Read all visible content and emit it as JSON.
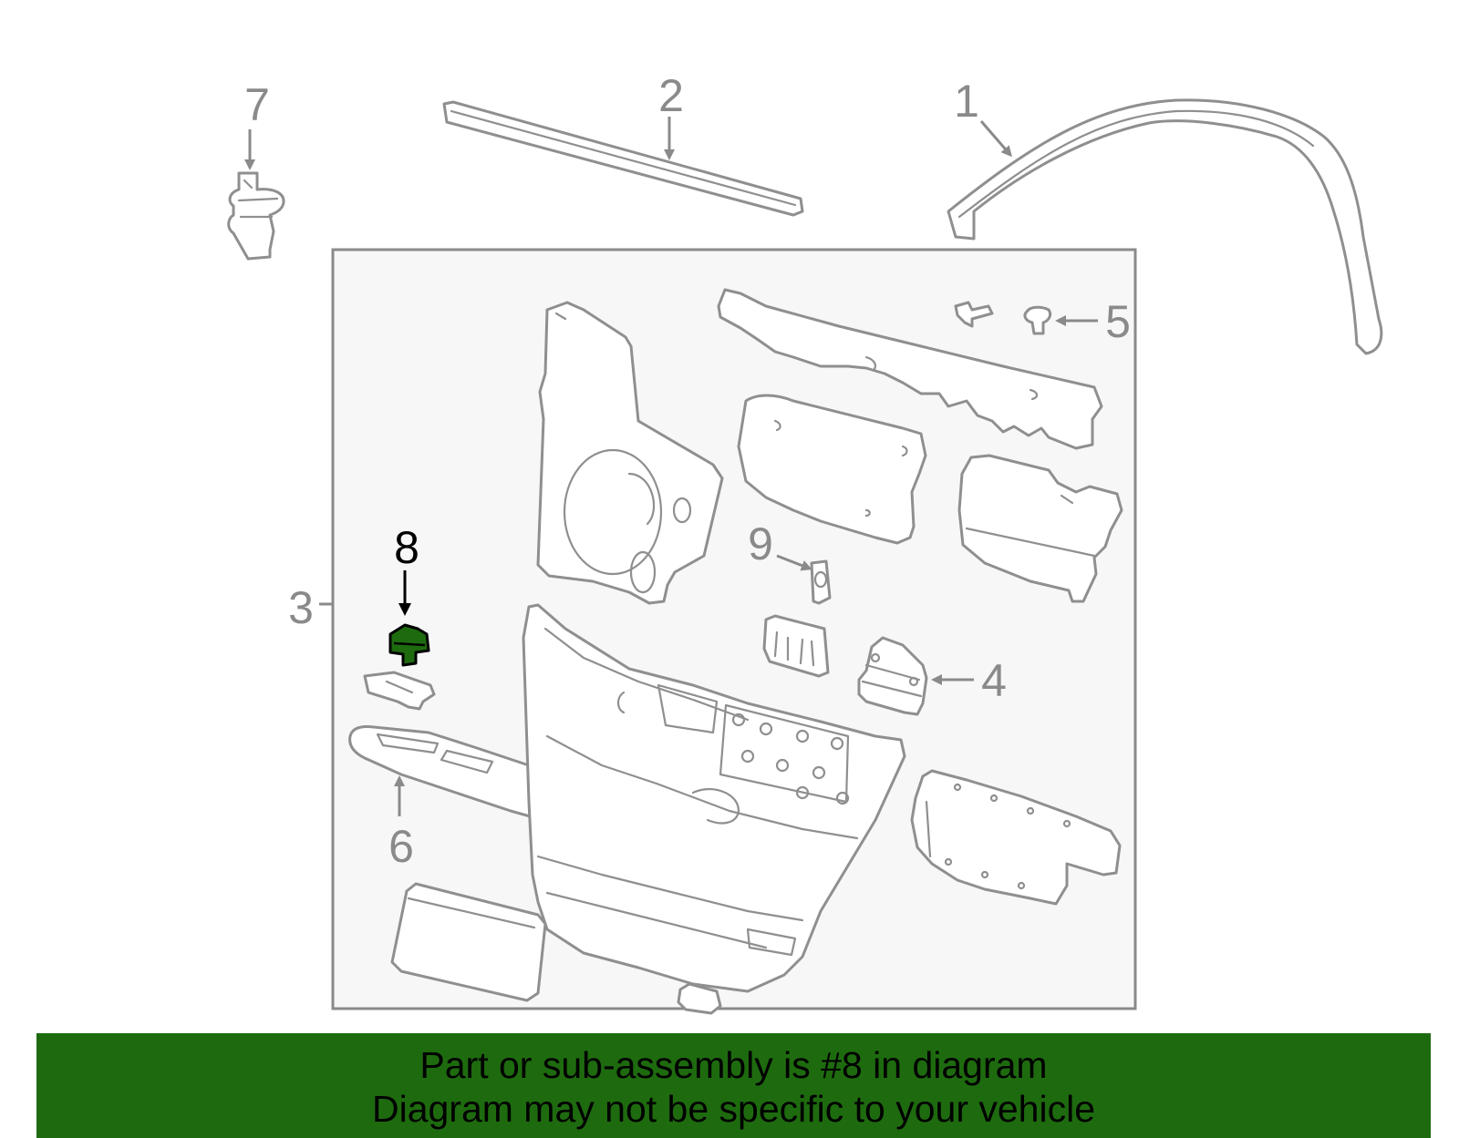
{
  "callouts": {
    "c1": "1",
    "c2": "2",
    "c3": "3",
    "c4": "4",
    "c5": "5",
    "c6": "6",
    "c7": "7",
    "c8": "8",
    "c9": "9"
  },
  "highlight": {
    "part": "8",
    "color": "#1e6b0f"
  },
  "banner": {
    "line1": "Part or sub-assembly is #8 in diagram",
    "line2": "Diagram may not be specific to your vehicle",
    "background": "#1e6b0f"
  }
}
